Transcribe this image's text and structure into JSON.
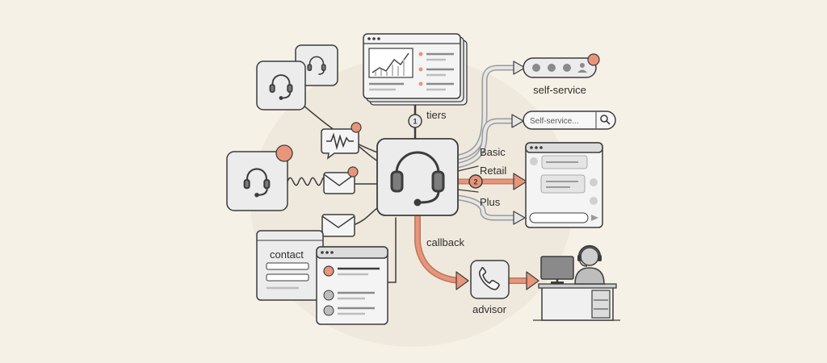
{
  "colors": {
    "background": "#f6f1e6",
    "accent": "#e8957a",
    "stroke": "#3c3c3c",
    "card": "#ececec",
    "card_inner": "#f7f7f7",
    "dark_icon": "#7d7d7d"
  },
  "labels": {
    "tiers": "tiers",
    "basic": "Basic",
    "retail": "Retail",
    "plus": "Plus",
    "callback": "callback",
    "contact": "contact",
    "advisor": "advisor",
    "self_service": "self-service",
    "search_placeholder": "Self-service...",
    "step_1": "1",
    "step_2": "2"
  },
  "icons": {
    "hub": "headset-icon",
    "agents": "headset-icon",
    "phone": "phone-icon",
    "mail": "envelope-icon",
    "voice": "waveform-icon",
    "search": "search-icon",
    "send": "send-icon"
  }
}
